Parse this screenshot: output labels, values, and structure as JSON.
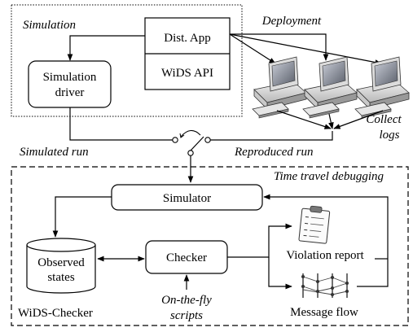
{
  "regions": {
    "simulation": "Simulation",
    "deployment": "Deployment",
    "time_travel": "Time travel debugging",
    "wids_checker": "WiDS-Checker"
  },
  "boxes": {
    "dist_app": "Dist. App",
    "wids_api": "WiDS API",
    "sim_driver_l1": "Simulation",
    "sim_driver_l2": "driver",
    "simulator": "Simulator",
    "checker": "Checker",
    "observed_l1": "Observed",
    "observed_l2": "states"
  },
  "labels": {
    "collect_l1": "Collect",
    "collect_l2": "logs",
    "simulated_run": "Simulated run",
    "reproduced_run": "Reproduced run",
    "violation_report": "Violation report",
    "message_flow": "Message flow",
    "otf_l1": "On-the-fly",
    "otf_l2": "scripts"
  },
  "icons": [
    "computer-icon",
    "switch-icon",
    "clipboard-icon",
    "message-graph-icon"
  ]
}
